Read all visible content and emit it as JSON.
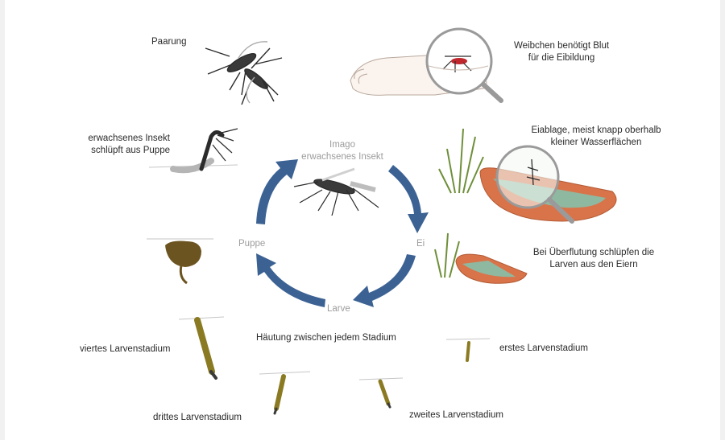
{
  "labels": {
    "paarung": "Paarung",
    "blut_line1": "Weibchen benötigt Blut",
    "blut_line2": "für die Eibildung",
    "eiablage_line1": "Eiablage, meist knapp oberhalb",
    "eiablage_line2": "kleiner Wasserflächen",
    "ueberflutung_line1": "Bei Überflutung schlüpfen die",
    "ueberflutung_line2": "Larven aus den Eiern",
    "erwachsen_line1": "erwachsenes Insekt",
    "erwachsen_line2": "schlüpft aus Puppe",
    "imago_line1": "Imago",
    "imago_line2": "erwachsenes Insekt",
    "ei": "Ei",
    "puppe": "Puppe",
    "larve": "Larve",
    "haeutung": "Häutung zwischen jedem Stadium",
    "erstes": "erstes Larvenstadium",
    "zweites": "zweites Larvenstadium",
    "drittes": "drittes Larvenstadium",
    "viertes": "viertes Larvenstadium"
  },
  "colors": {
    "cycle_arrow": "#3c6294",
    "larva": "#8a7a22",
    "pupa": "#6b5420",
    "bowl": "#d9744a",
    "water": "#8fb8a0",
    "grass": "#6f8f3a"
  },
  "icons": [
    "mosquito-pair-icon",
    "hand-with-magnifier-icon",
    "grass-bowl-magnifier-icon",
    "flooded-bowl-icon",
    "emerging-mosquito-icon",
    "pupa-icon",
    "larva-icon"
  ]
}
